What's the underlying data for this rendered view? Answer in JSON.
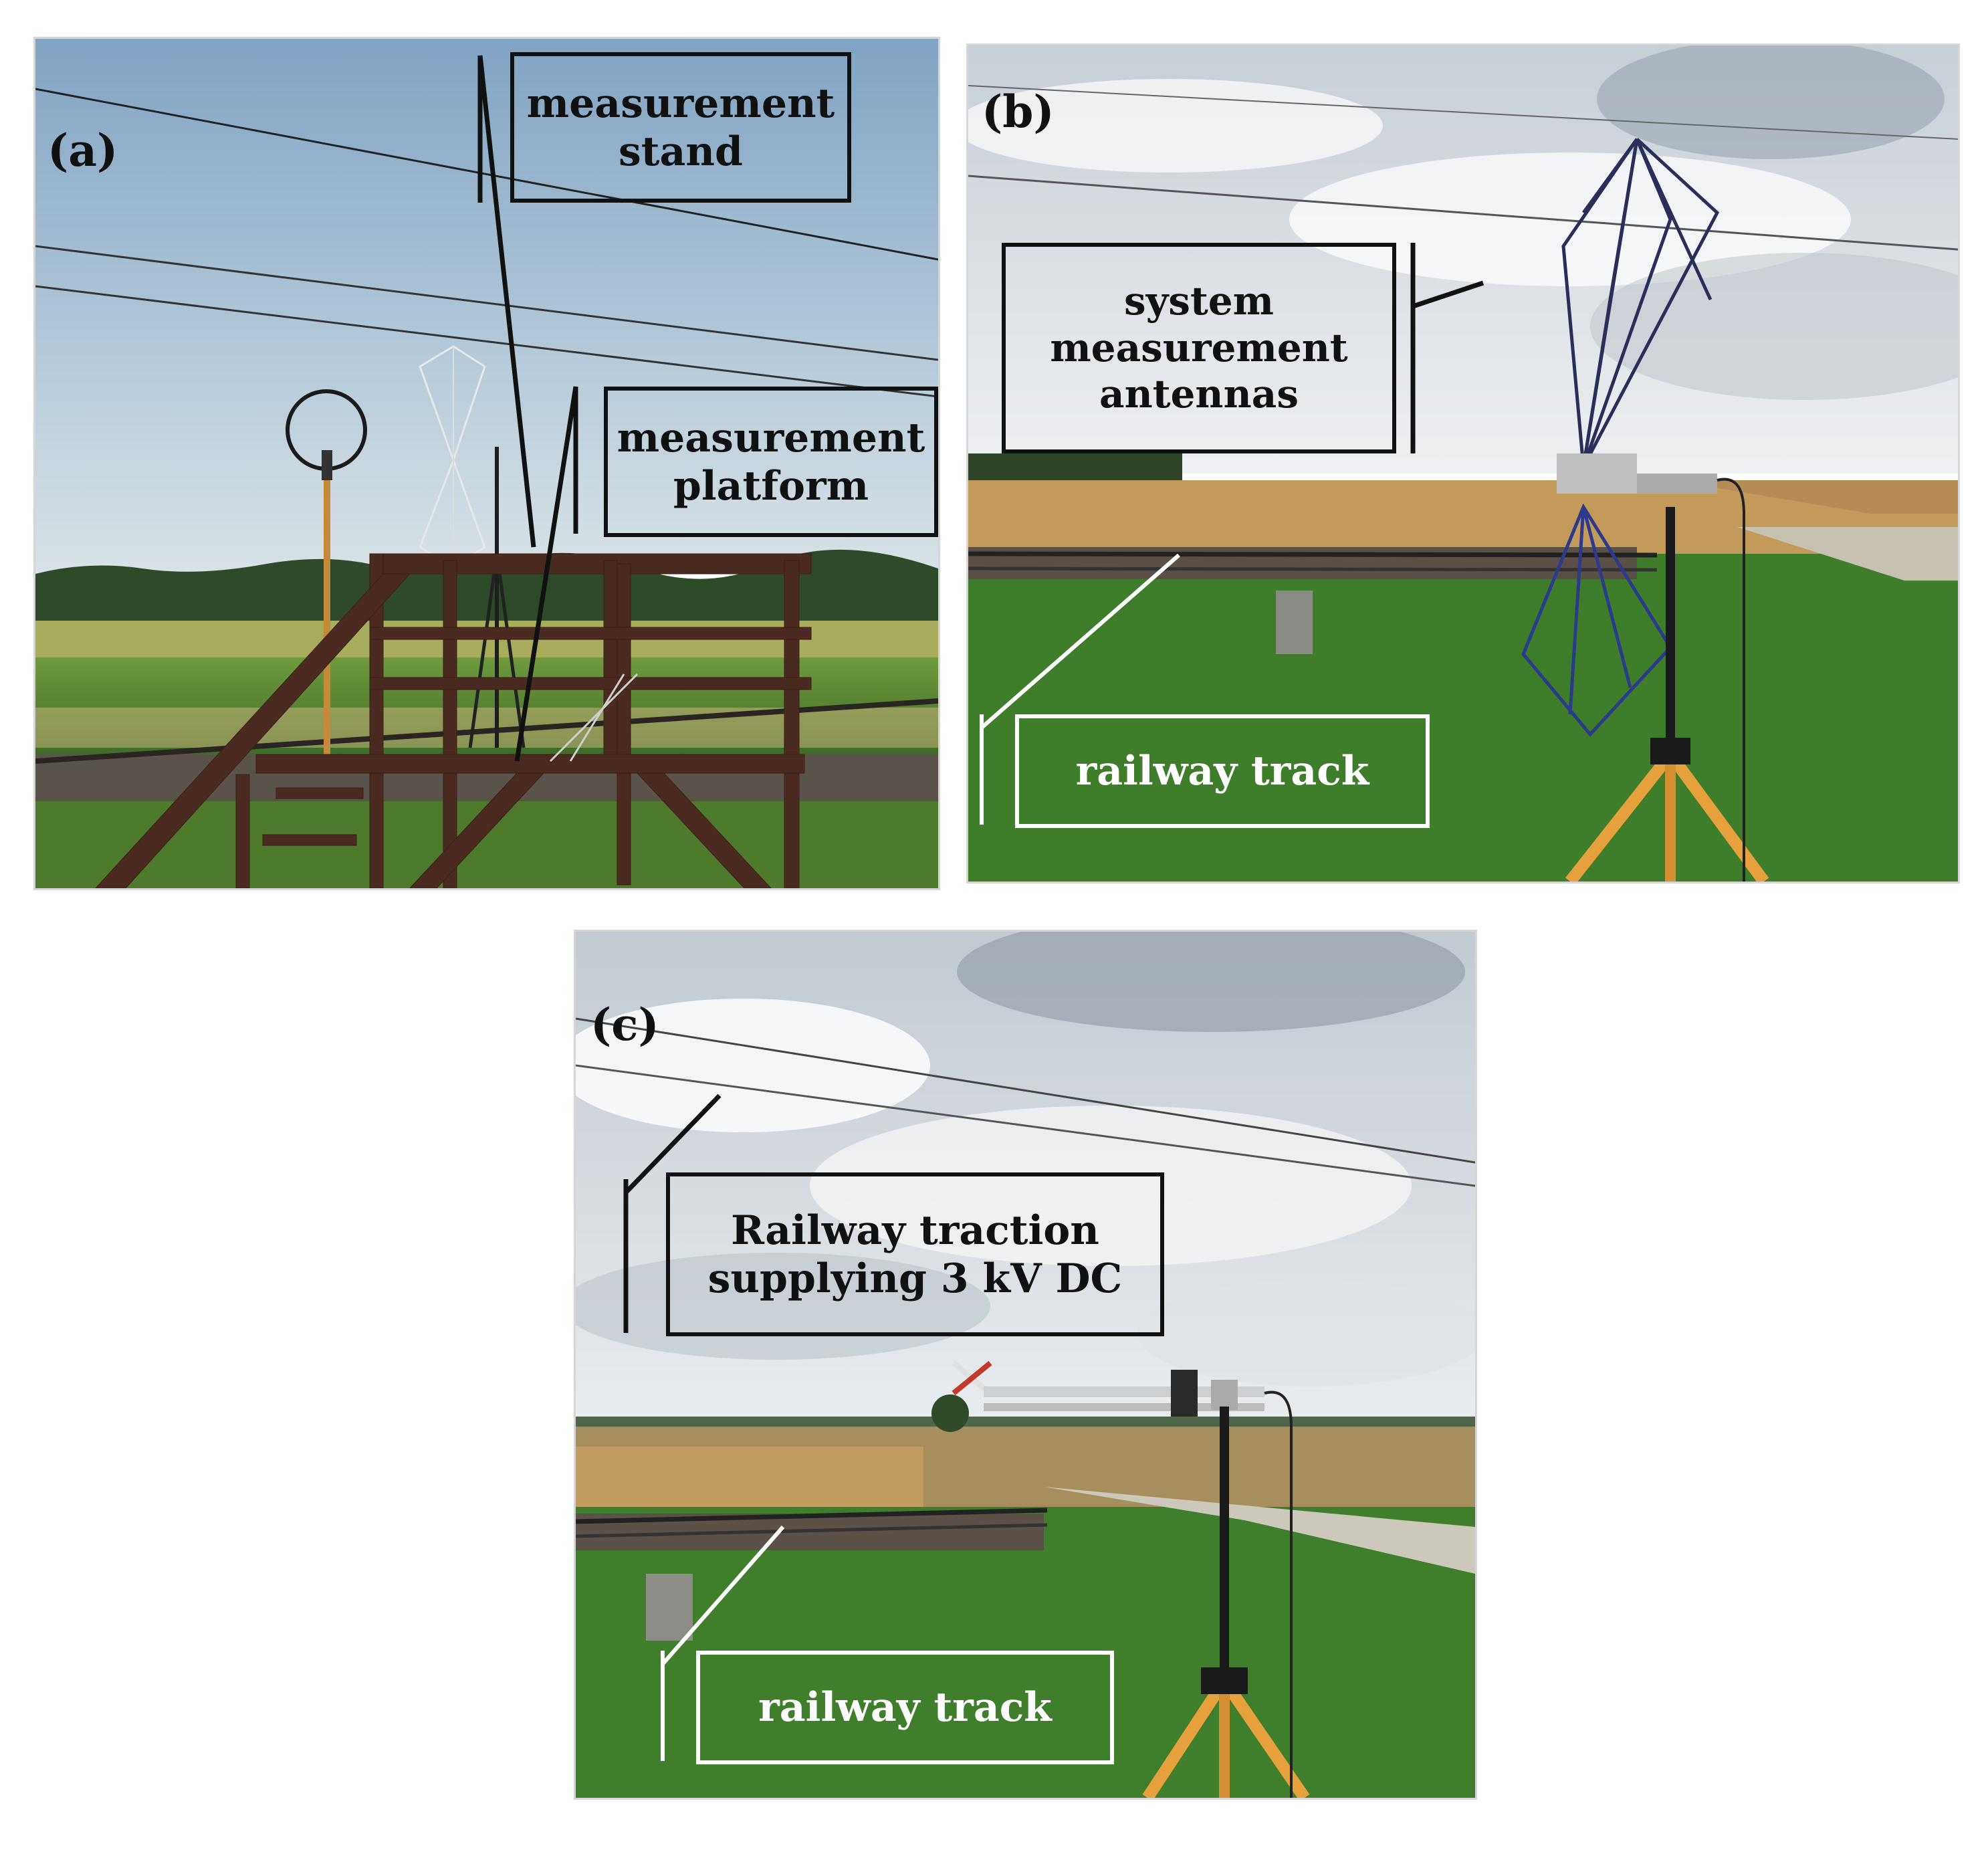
{
  "panels": [
    {
      "letter": "(a)",
      "labels": {
        "stand": [
          "measurement",
          "stand"
        ],
        "platform": [
          "measurement",
          "platform"
        ]
      }
    },
    {
      "letter": "(b)",
      "labels": {
        "antennas": [
          "system",
          "measurement",
          "antennas"
        ],
        "track": [
          "railway track"
        ]
      }
    },
    {
      "letter": "(c)",
      "labels": {
        "traction": [
          "Railway traction",
          "supplying 3 kV DC"
        ],
        "track": [
          "railway track"
        ]
      }
    }
  ],
  "colors": {
    "sky_a": "#8fb1cd",
    "sky_bc": "#d7dde3",
    "grass": "#3f7a2a",
    "field": "#b79a5e",
    "wood": "#4a2a20",
    "tripod": "#e09a3a",
    "antenna": "#2a3a8a"
  }
}
